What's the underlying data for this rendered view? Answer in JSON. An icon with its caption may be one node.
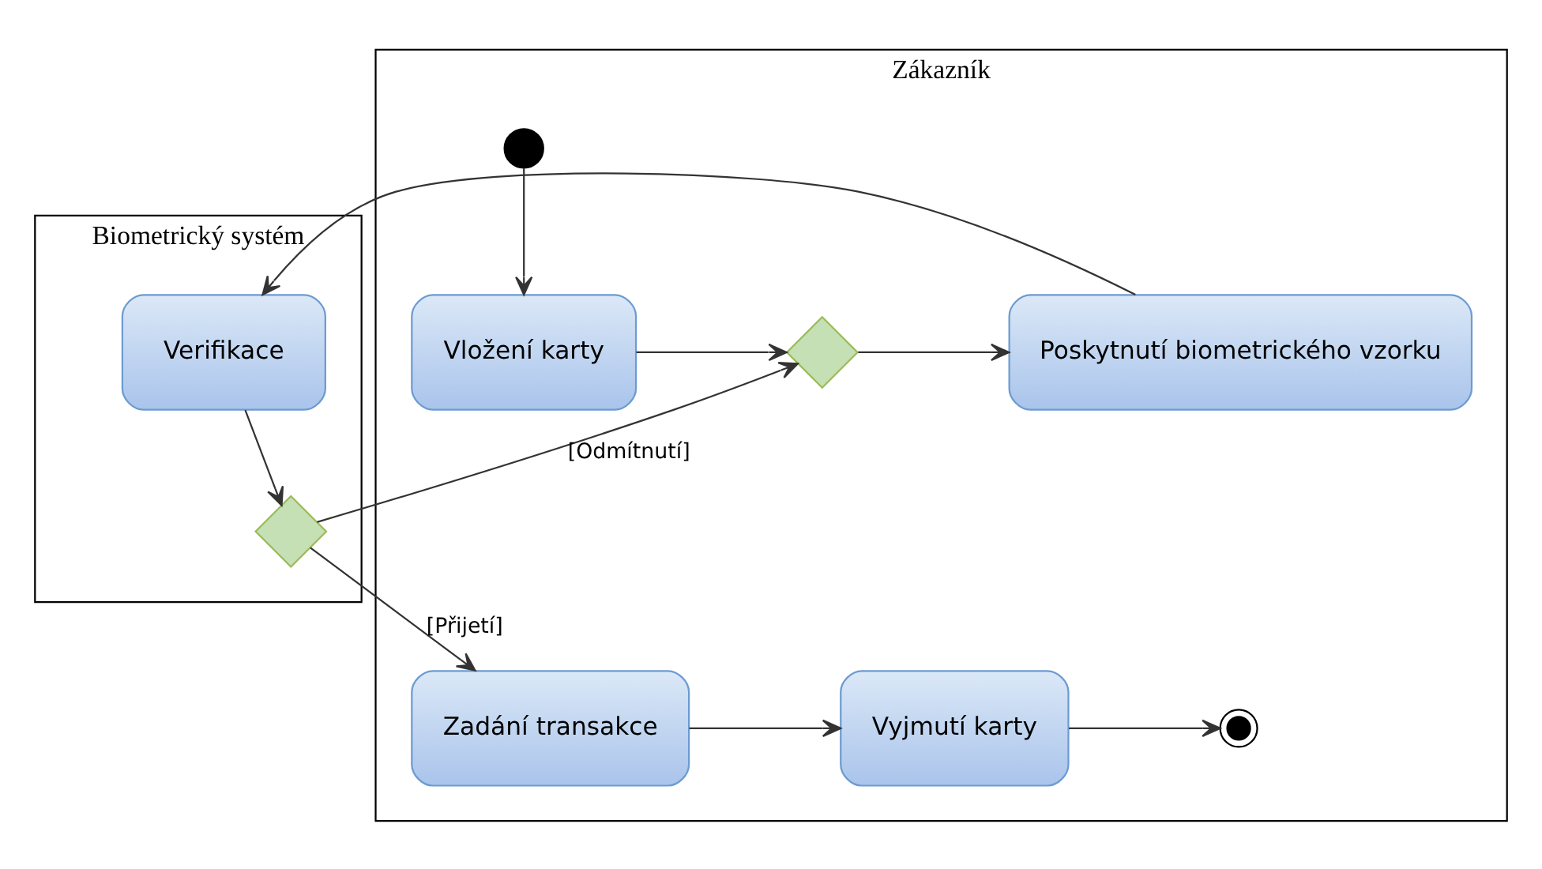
{
  "diagram": {
    "nodes": [
      {
        "text": [
          "Biometrický systém"
        ]
      },
      {
        "text": [
          "Zákazník"
        ]
      },
      {
        "text": [],
        "shape": "circle",
        "in": 1
      },
      {
        "text": [
          "Vložení karty"
        ],
        "in": 1
      },
      {
        "text": [],
        "shape": "diamond",
        "in": 1
      },
      {
        "text": [
          "Poskytnutí biometrického vzorku"
        ],
        "in": 1
      },
      {
        "text": [
          "Verifikace"
        ],
        "in": 0
      },
      {
        "text": [],
        "shape": "diamond",
        "in": 0
      },
      {
        "text": [
          "Zadání transakce"
        ],
        "in": 1
      },
      {
        "text": [
          "Vyjmutí karty"
        ],
        "in": 1
      },
      {
        "text": [],
        "shape": "circle",
        "in": 1
      }
    ],
    "edges": [
      {
        "from": 2,
        "to": 3,
        "arrow": "to"
      },
      {
        "from": 3,
        "to": 4,
        "arrow": "to"
      },
      {
        "from": 4,
        "to": 5,
        "arrow": "to"
      },
      {
        "from": 5,
        "to": 6,
        "arrow": "to"
      },
      {
        "from": 6,
        "to": 7,
        "arrow": "to"
      },
      {
        "from": 7,
        "to": 4,
        "arrow": "to",
        "label": "[Odmítnutí]"
      },
      {
        "from": 7,
        "to": 8,
        "arrow": "to",
        "label": "[Přijetí]"
      },
      {
        "from": 8,
        "to": 9,
        "arrow": "to"
      },
      {
        "from": 9,
        "to": 10,
        "arrow": "to"
      }
    ]
  }
}
